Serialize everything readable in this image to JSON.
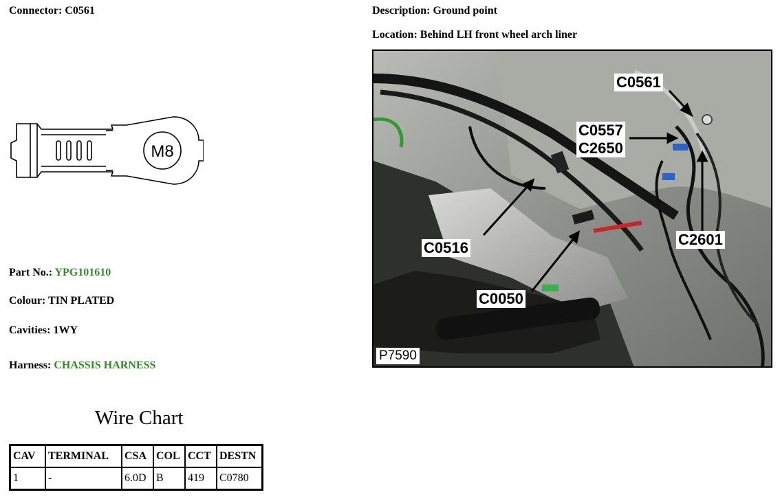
{
  "connector": {
    "label": "Connector:",
    "value": "C0561"
  },
  "description": {
    "label": "Description:",
    "value": "Ground point"
  },
  "location": {
    "label": "Location:",
    "value": "Behind LH front wheel arch liner"
  },
  "drawing": {
    "text": "M8"
  },
  "part_no": {
    "label": "Part No.:",
    "value": "YPG101610"
  },
  "colour": {
    "label": "Colour:",
    "value": "TIN PLATED"
  },
  "cavities": {
    "label": "Cavities:",
    "value": "1WY"
  },
  "harness": {
    "label": "Harness:",
    "value": "CHASSIS HARNESS"
  },
  "photo": {
    "ref": "P7590",
    "callouts": [
      "C0561",
      "C0557",
      "C2650",
      "C0516",
      "C0050",
      "C2601"
    ]
  },
  "wire_chart": {
    "title": "Wire Chart",
    "headers": [
      "CAV",
      "TERMINAL",
      "CSA",
      "COL",
      "CCT",
      "DESTN"
    ],
    "rows": [
      [
        "1",
        "-",
        "6.0D",
        "B",
        "419",
        "C0780"
      ]
    ]
  },
  "colors": {
    "accent_green": "#2e8b22"
  }
}
